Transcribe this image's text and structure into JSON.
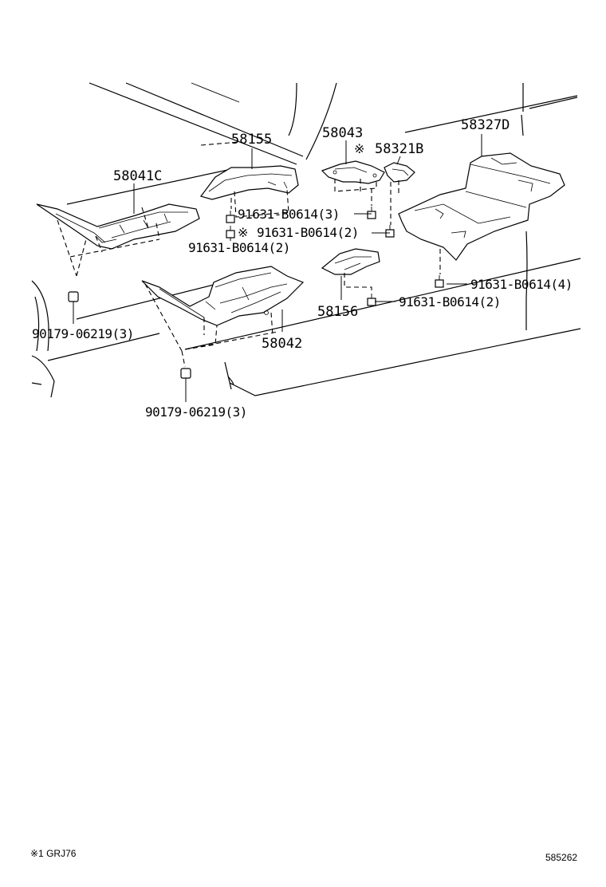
{
  "diagram": {
    "labels": {
      "p58155": "58155",
      "p58043": "58043",
      "p58327d": "58327D",
      "p58321b": "58321B",
      "p58321b_mark": "※",
      "p58041c": "58041C",
      "b1": "91631-B0614(3)",
      "b2": "91631-B0614(2)",
      "b2_mark": "※",
      "b3": "91631-B0614(2)",
      "b4": "91631-B0614(4)",
      "b5": "91631-B0614(2)",
      "p58156": "58156",
      "p58042": "58042",
      "n1": "90179-06219(3)",
      "n2": "90179-06219(3)"
    },
    "footer": {
      "note": "※1 GRJ76",
      "code": "585262"
    }
  }
}
